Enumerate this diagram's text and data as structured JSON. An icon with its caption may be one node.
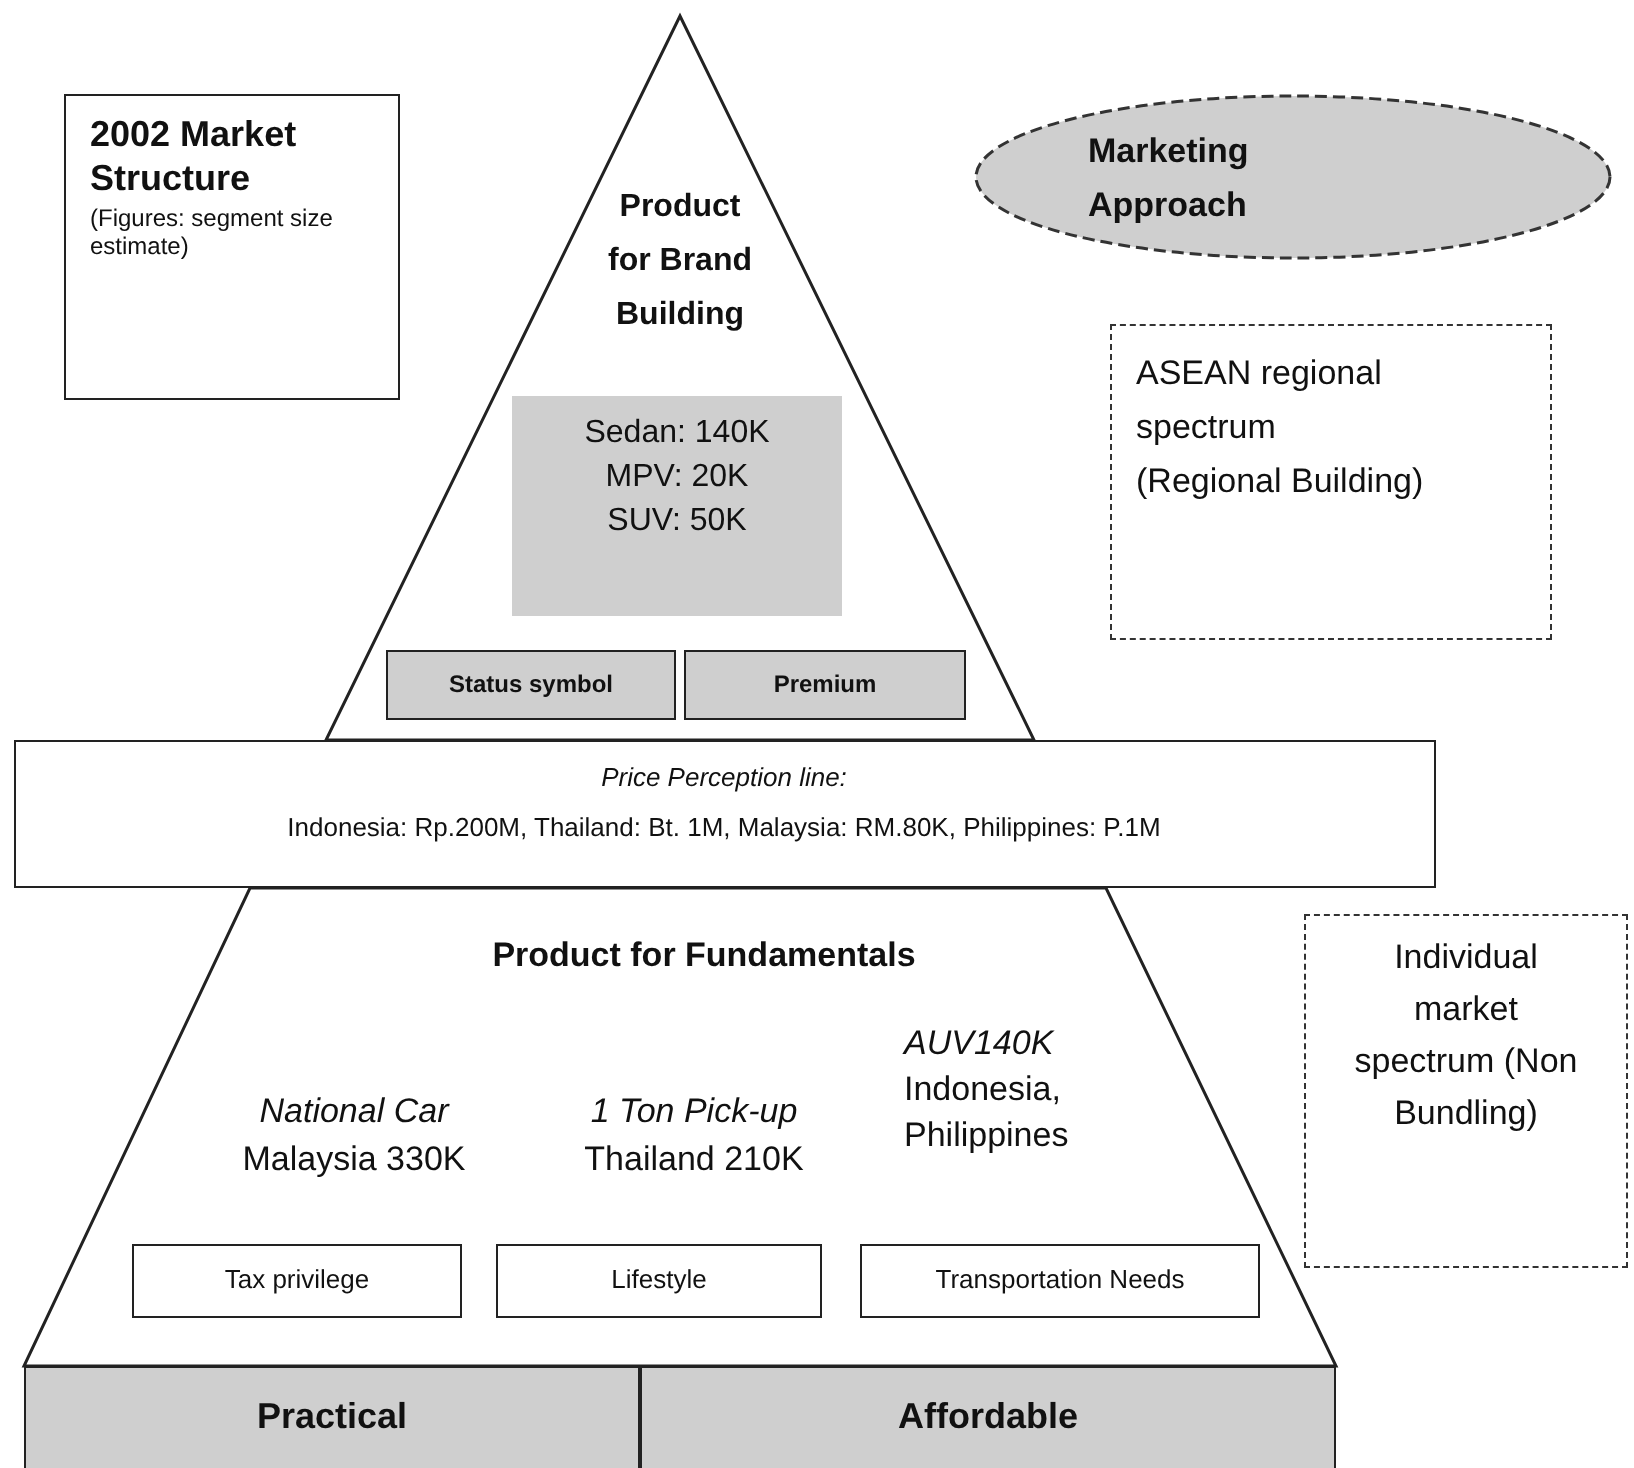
{
  "diagram": {
    "nodes": [
      {
        "text": [
          "2002 Market Structure",
          "(Figures: segment size estimate)"
        ]
      },
      {
        "text": [
          "Product for Brand Building"
        ]
      },
      {
        "text": [
          "Sedan: 140K MPV: 20K SUV: 50K"
        ],
        "in": 1
      },
      {
        "text": [
          "Status symbol"
        ],
        "in": 1
      },
      {
        "text": [
          "Premium"
        ],
        "in": 1
      },
      {
        "text": [
          "Marketing Approach"
        ]
      },
      {
        "text": [
          "ASEAN regional spectrum (Regional Building)"
        ]
      },
      {
        "text": [
          "Price Perception line:",
          "Indonesia: Rp.200M, Thailand: Bt. 1M, Malaysia: RM.80K, Philippines: P.1M"
        ]
      },
      {
        "text": [
          "Product for Fundamentals",
          "*National Car* Malaysia 330K",
          "*1 Ton Pick-up* Thailand 210K",
          "*AUV140K* Indonesia, Philippines"
        ]
      },
      {
        "text": [
          "Tax privilege"
        ],
        "in": 8
      },
      {
        "text": [
          "Lifestyle"
        ],
        "in": 8
      },
      {
        "text": [
          "Transportation Needs"
        ],
        "in": 8
      },
      {
        "text": [
          "Individual market spectrum (Non Bundling)"
        ]
      },
      {
        "text": [
          "Practical"
        ]
      },
      {
        "text": [
          "Affordable"
        ]
      }
    ]
  }
}
